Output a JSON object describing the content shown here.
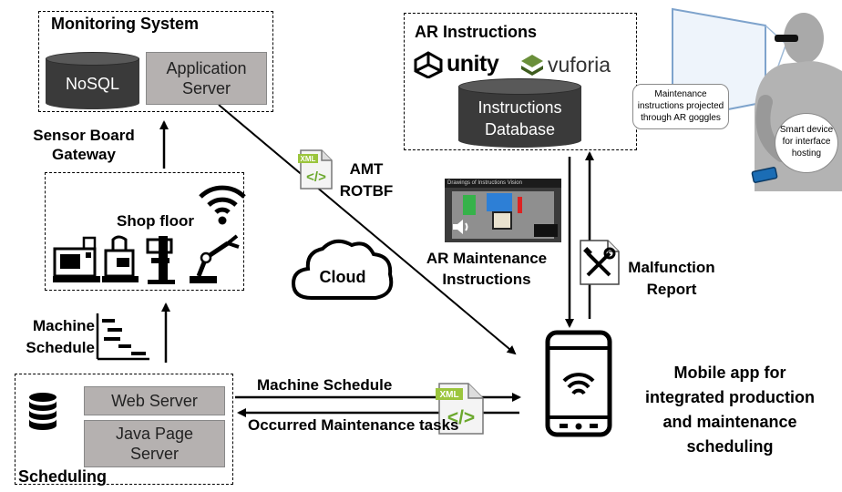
{
  "monitoring": {
    "title": "Monitoring System",
    "nosql": "NoSQL",
    "app_server_line1": "Application",
    "app_server_line2": "Server"
  },
  "sensor_gateway": {
    "line1": "Sensor Board",
    "line2": "Gateway"
  },
  "shop_floor": {
    "title": "Shop floor"
  },
  "machine_schedule_side": {
    "line1": "Machine",
    "line2": "Schedule"
  },
  "scheduling": {
    "title": "Scheduling",
    "web_server": "Web Server",
    "java_line1": "Java Page",
    "java_line2": "Server"
  },
  "ar": {
    "title": "AR Instructions",
    "unity": "unity",
    "vuforia": "vuforia",
    "db_line1": "Instructions",
    "db_line2": "Database"
  },
  "goggles_callout": {
    "line1": "Maintenance",
    "line2": "instructions projected",
    "line3": "through AR goggles"
  },
  "smart_device_callout": {
    "line1": "Smart device",
    "line2": "for interface",
    "line3": "hosting"
  },
  "video_title": "Drawings of Instructions Vision",
  "xml_badge": "XML",
  "amt": {
    "line1": "AMT",
    "line2": "ROTBF"
  },
  "cloud": "Cloud",
  "ar_maint": {
    "line1": "AR Maintenance",
    "line2": "Instructions"
  },
  "malfunction": {
    "line1": "Malfunction",
    "line2": "Report"
  },
  "machine_schedule_arrow": "Machine Schedule",
  "occurred_tasks": "Occurred Maintenance tasks",
  "mobile": {
    "line1": "Mobile app for",
    "line2": "integrated production",
    "line3": "and maintenance",
    "line4": "scheduling"
  }
}
